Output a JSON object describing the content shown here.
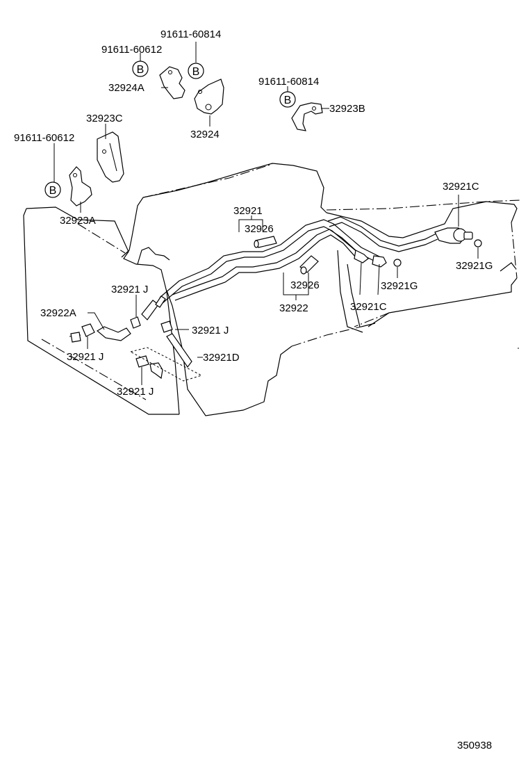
{
  "diagram": {
    "bolt_symbol": "B",
    "labels": {
      "bolt_60814_top": "91611-60814",
      "bolt_60612_top": "91611-60612",
      "part_32924A": "32924A",
      "part_32924": "32924",
      "bolt_60814_right": "91611-60814",
      "part_32923B": "32923B",
      "part_32923C": "32923C",
      "bolt_60612_left": "91611-60612",
      "part_32923A": "32923A",
      "part_32921": "32921",
      "part_32926_upper": "32926",
      "part_32921C_right": "32921C",
      "part_32921G_right": "32921G",
      "part_32926_lower": "32926",
      "part_32922": "32922",
      "part_32921G_mid": "32921G",
      "part_32921C_mid": "32921C",
      "part_32921J_a": "32921 J",
      "part_32922A": "32922A",
      "part_32921J_b": "32921 J",
      "part_32921J_c": "32921 J",
      "part_32921D": "32921D",
      "part_32921J_d": "32921 J",
      "diagram_number": "350938"
    }
  }
}
